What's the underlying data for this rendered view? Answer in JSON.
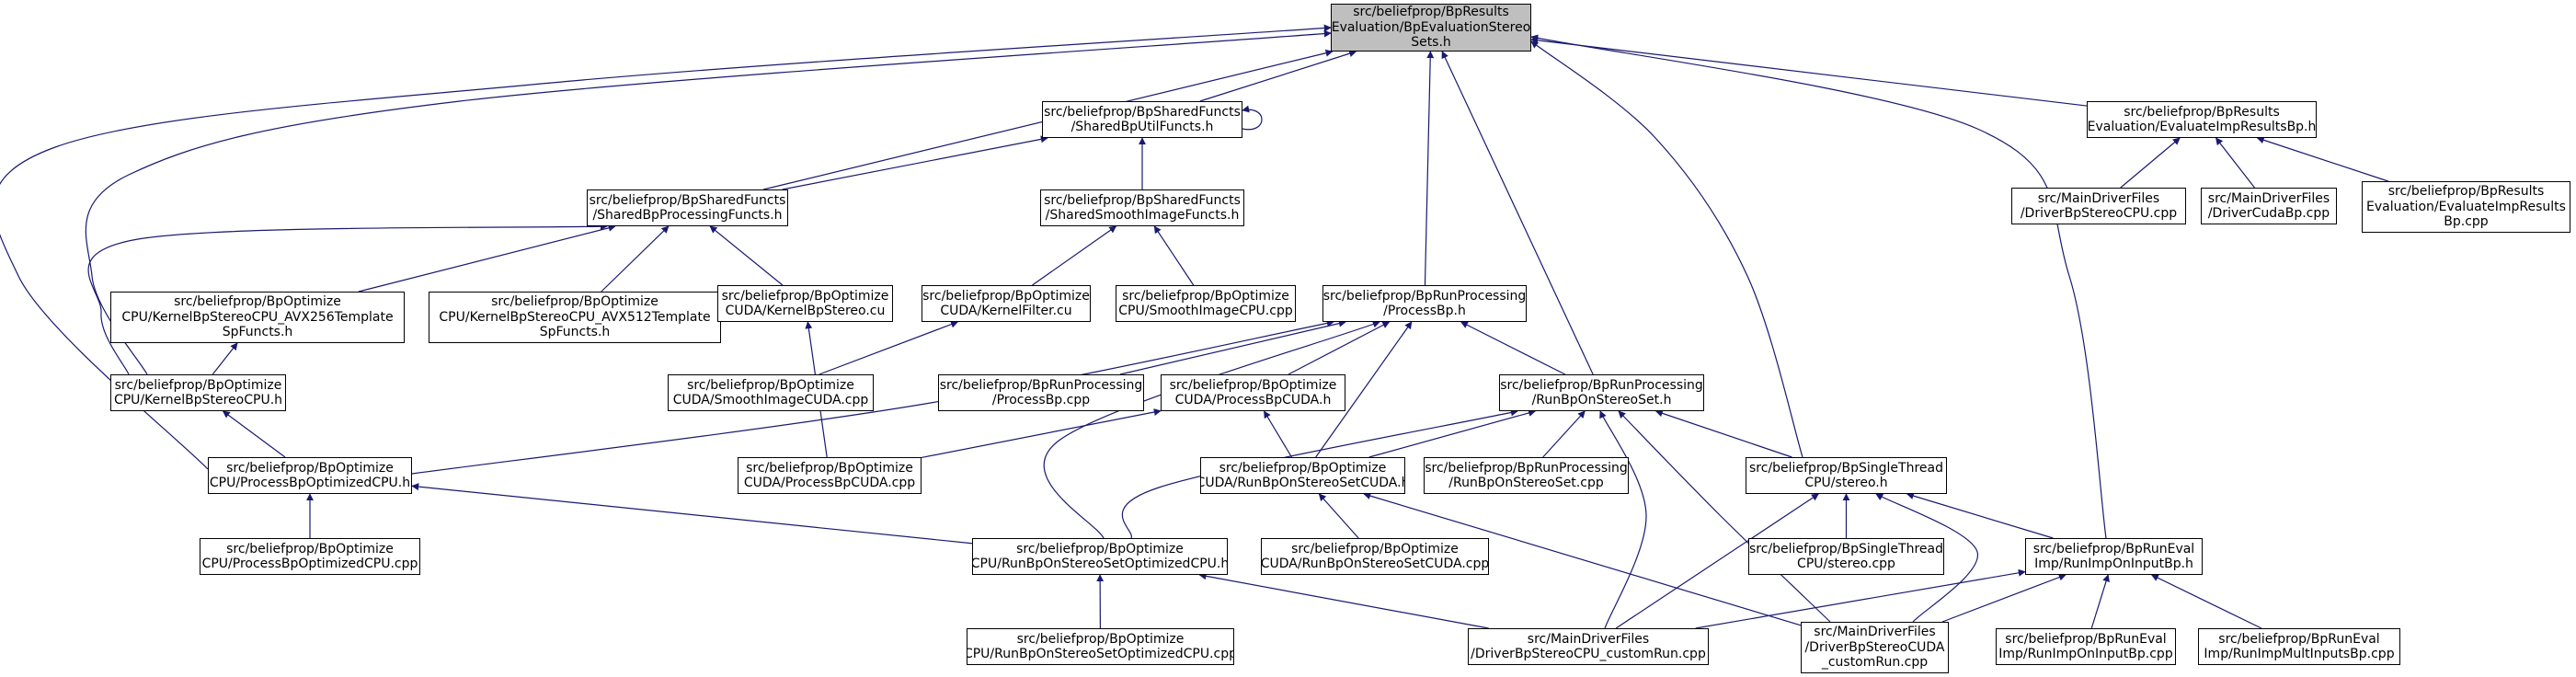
{
  "colors": {
    "edge": "#191970",
    "node_border": "#000000",
    "node_fill": "#ffffff",
    "root_fill": "#bfbfbf"
  },
  "nodes": [
    {
      "id": "root",
      "lines": [
        "src/beliefprop/BpResults",
        "Evaluation/BpEvaluationStereo",
        "Sets.h"
      ],
      "is_root": true
    },
    {
      "id": "shared-bp-util",
      "lines": [
        "src/beliefprop/BpSharedFuncts",
        "/SharedBpUtilFuncts.h"
      ]
    },
    {
      "id": "evaluate-imp-results-h",
      "lines": [
        "src/beliefprop/BpResults",
        "Evaluation/EvaluateImpResultsBp.h"
      ]
    },
    {
      "id": "driver-bp-stereo-cpu",
      "lines": [
        "src/MainDriverFiles",
        "/DriverBpStereoCPU.cpp"
      ]
    },
    {
      "id": "driver-cuda-bp",
      "lines": [
        "src/MainDriverFiles",
        "/DriverCudaBp.cpp"
      ]
    },
    {
      "id": "evaluate-imp-results-cpp",
      "lines": [
        "src/beliefprop/BpResults",
        "Evaluation/EvaluateImpResults",
        "Bp.cpp"
      ]
    },
    {
      "id": "shared-bp-processing",
      "lines": [
        "src/beliefprop/BpSharedFuncts",
        "/SharedBpProcessingFuncts.h"
      ]
    },
    {
      "id": "shared-smooth-image",
      "lines": [
        "src/beliefprop/BpSharedFuncts",
        "/SharedSmoothImageFuncts.h"
      ]
    },
    {
      "id": "kernel-avx256",
      "lines": [
        "src/beliefprop/BpOptimize",
        "CPU/KernelBpStereoCPU_AVX256Template",
        "SpFuncts.h"
      ]
    },
    {
      "id": "kernel-avx512",
      "lines": [
        "src/beliefprop/BpOptimize",
        "CPU/KernelBpStereoCPU_AVX512Template",
        "SpFuncts.h"
      ]
    },
    {
      "id": "kernel-bp-stereo-cu",
      "lines": [
        "src/beliefprop/BpOptimize",
        "CUDA/KernelBpStereo.cu"
      ]
    },
    {
      "id": "kernel-filter-cu",
      "lines": [
        "src/beliefprop/BpOptimize",
        "CUDA/KernelFilter.cu"
      ]
    },
    {
      "id": "smooth-image-cpu",
      "lines": [
        "src/beliefprop/BpOptimize",
        "CPU/SmoothImageCPU.cpp"
      ]
    },
    {
      "id": "process-bp-h",
      "lines": [
        "src/beliefprop/BpRunProcessing",
        "/ProcessBp.h"
      ]
    },
    {
      "id": "kernel-bp-stereo-cpu",
      "lines": [
        "src/beliefprop/BpOptimize",
        "CPU/KernelBpStereoCPU.h"
      ]
    },
    {
      "id": "smooth-image-cuda",
      "lines": [
        "src/beliefprop/BpOptimize",
        "CUDA/SmoothImageCUDA.cpp"
      ]
    },
    {
      "id": "process-bp-cpp",
      "lines": [
        "src/beliefprop/BpRunProcessing",
        "/ProcessBp.cpp"
      ]
    },
    {
      "id": "process-bp-cuda-h",
      "lines": [
        "src/beliefprop/BpOptimize",
        "CUDA/ProcessBpCUDA.h"
      ]
    },
    {
      "id": "run-bp-on-stereo-set-h",
      "lines": [
        "src/beliefprop/BpRunProcessing",
        "/RunBpOnStereoSet.h"
      ]
    },
    {
      "id": "process-bp-optimized-cpu-h",
      "lines": [
        "src/beliefprop/BpOptimize",
        "CPU/ProcessBpOptimizedCPU.h"
      ]
    },
    {
      "id": "process-bp-cuda-cpp",
      "lines": [
        "src/beliefprop/BpOptimize",
        "CUDA/ProcessBpCUDA.cpp"
      ]
    },
    {
      "id": "run-bp-on-stereo-set-cuda-h",
      "lines": [
        "src/beliefprop/BpOptimize",
        "CUDA/RunBpOnStereoSetCUDA.h"
      ]
    },
    {
      "id": "run-bp-on-stereo-set-cpp",
      "lines": [
        "src/beliefprop/BpRunProcessing",
        "/RunBpOnStereoSet.cpp"
      ]
    },
    {
      "id": "stereo-h",
      "lines": [
        "src/beliefprop/BpSingleThread",
        "CPU/stereo.h"
      ]
    },
    {
      "id": "process-bp-optimized-cpu-cpp",
      "lines": [
        "src/beliefprop/BpOptimize",
        "CPU/ProcessBpOptimizedCPU.cpp"
      ]
    },
    {
      "id": "run-bp-on-stereo-set-optimized-cpu-h",
      "lines": [
        "src/beliefprop/BpOptimize",
        "CPU/RunBpOnStereoSetOptimizedCPU.h"
      ]
    },
    {
      "id": "run-bp-on-stereo-set-cuda-cpp",
      "lines": [
        "src/beliefprop/BpOptimize",
        "CUDA/RunBpOnStereoSetCUDA.cpp"
      ]
    },
    {
      "id": "stereo-cpp",
      "lines": [
        "src/beliefprop/BpSingleThread",
        "CPU/stereo.cpp"
      ]
    },
    {
      "id": "run-imp-on-input-bp-h",
      "lines": [
        "src/beliefprop/BpRunEval",
        "Imp/RunImpOnInputBp.h"
      ]
    },
    {
      "id": "run-bp-on-stereo-set-optimized-cpu-cpp",
      "lines": [
        "src/beliefprop/BpOptimize",
        "CPU/RunBpOnStereoSetOptimizedCPU.cpp"
      ]
    },
    {
      "id": "driver-bp-stereo-cpu-custom-run",
      "lines": [
        "src/MainDriverFiles",
        "/DriverBpStereoCPU_customRun.cpp"
      ]
    },
    {
      "id": "driver-bp-stereo-cuda-custom-run",
      "lines": [
        "src/MainDriverFiles",
        "/DriverBpStereoCUDA",
        "_customRun.cpp"
      ]
    },
    {
      "id": "run-imp-on-input-bp-cpp",
      "lines": [
        "src/beliefprop/BpRunEval",
        "Imp/RunImpOnInputBp.cpp"
      ]
    },
    {
      "id": "run-imp-mult-inputs-bp-cpp",
      "lines": [
        "src/beliefprop/BpRunEval",
        "Imp/RunImpMultInputsBp.cpp"
      ]
    }
  ],
  "edges": [
    [
      "shared-bp-util",
      "root"
    ],
    [
      "shared-bp-util",
      "shared-bp-util"
    ],
    [
      "evaluate-imp-results-h",
      "root"
    ],
    [
      "driver-bp-stereo-cpu",
      "evaluate-imp-results-h"
    ],
    [
      "driver-cuda-bp",
      "evaluate-imp-results-h"
    ],
    [
      "evaluate-imp-results-cpp",
      "evaluate-imp-results-h"
    ],
    [
      "shared-bp-processing",
      "root"
    ],
    [
      "shared-bp-processing",
      "shared-bp-util"
    ],
    [
      "shared-smooth-image",
      "shared-bp-util"
    ],
    [
      "kernel-avx256",
      "shared-bp-processing"
    ],
    [
      "kernel-avx512",
      "shared-bp-processing"
    ],
    [
      "kernel-bp-stereo-cu",
      "shared-bp-processing"
    ],
    [
      "kernel-bp-stereo-cpu",
      "shared-bp-processing"
    ],
    [
      "kernel-filter-cu",
      "shared-smooth-image"
    ],
    [
      "smooth-image-cpu",
      "shared-smooth-image"
    ],
    [
      "kernel-bp-stereo-cpu",
      "root"
    ],
    [
      "kernel-bp-stereo-cpu",
      "kernel-avx256"
    ],
    [
      "process-bp-optimized-cpu-h",
      "root"
    ],
    [
      "process-bp-h",
      "root"
    ],
    [
      "run-bp-on-stereo-set-h",
      "root"
    ],
    [
      "stereo-h",
      "root"
    ],
    [
      "run-imp-on-input-bp-h",
      "root"
    ],
    [
      "smooth-image-cuda",
      "kernel-filter-cu"
    ],
    [
      "process-bp-cuda-cpp",
      "kernel-bp-stereo-cu"
    ],
    [
      "process-bp-cpp",
      "process-bp-h"
    ],
    [
      "process-bp-cuda-h",
      "process-bp-h"
    ],
    [
      "run-bp-on-stereo-set-h",
      "process-bp-h"
    ],
    [
      "process-bp-optimized-cpu-h",
      "process-bp-h"
    ],
    [
      "run-bp-on-stereo-set-cuda-h",
      "process-bp-h"
    ],
    [
      "run-bp-on-stereo-set-optimized-cpu-h",
      "process-bp-h"
    ],
    [
      "process-bp-optimized-cpu-h",
      "kernel-bp-stereo-cpu"
    ],
    [
      "process-bp-cuda-cpp",
      "process-bp-cuda-h"
    ],
    [
      "run-bp-on-stereo-set-cuda-h",
      "process-bp-cuda-h"
    ],
    [
      "run-bp-on-stereo-set-cuda-h",
      "run-bp-on-stereo-set-h"
    ],
    [
      "run-bp-on-stereo-set-cpp",
      "run-bp-on-stereo-set-h"
    ],
    [
      "stereo-h",
      "run-bp-on-stereo-set-h"
    ],
    [
      "run-bp-on-stereo-set-optimized-cpu-h",
      "run-bp-on-stereo-set-h"
    ],
    [
      "driver-bp-stereo-cpu-custom-run",
      "run-bp-on-stereo-set-h"
    ],
    [
      "driver-bp-stereo-cuda-custom-run",
      "run-bp-on-stereo-set-h"
    ],
    [
      "process-bp-optimized-cpu-cpp",
      "process-bp-optimized-cpu-h"
    ],
    [
      "run-bp-on-stereo-set-optimized-cpu-h",
      "process-bp-optimized-cpu-h"
    ],
    [
      "run-bp-on-stereo-set-cuda-cpp",
      "run-bp-on-stereo-set-cuda-h"
    ],
    [
      "driver-bp-stereo-cuda-custom-run",
      "run-bp-on-stereo-set-cuda-h"
    ],
    [
      "run-bp-on-stereo-set-optimized-cpu-cpp",
      "run-bp-on-stereo-set-optimized-cpu-h"
    ],
    [
      "driver-bp-stereo-cpu-custom-run",
      "run-bp-on-stereo-set-optimized-cpu-h"
    ],
    [
      "stereo-cpp",
      "stereo-h"
    ],
    [
      "run-imp-on-input-bp-h",
      "stereo-h"
    ],
    [
      "driver-bp-stereo-cpu-custom-run",
      "stereo-h"
    ],
    [
      "driver-bp-stereo-cuda-custom-run",
      "stereo-h"
    ],
    [
      "driver-bp-stereo-cpu-custom-run",
      "run-imp-on-input-bp-h"
    ],
    [
      "driver-bp-stereo-cuda-custom-run",
      "run-imp-on-input-bp-h"
    ],
    [
      "run-imp-on-input-bp-cpp",
      "run-imp-on-input-bp-h"
    ],
    [
      "run-imp-mult-inputs-bp-cpp",
      "run-imp-on-input-bp-h"
    ]
  ]
}
